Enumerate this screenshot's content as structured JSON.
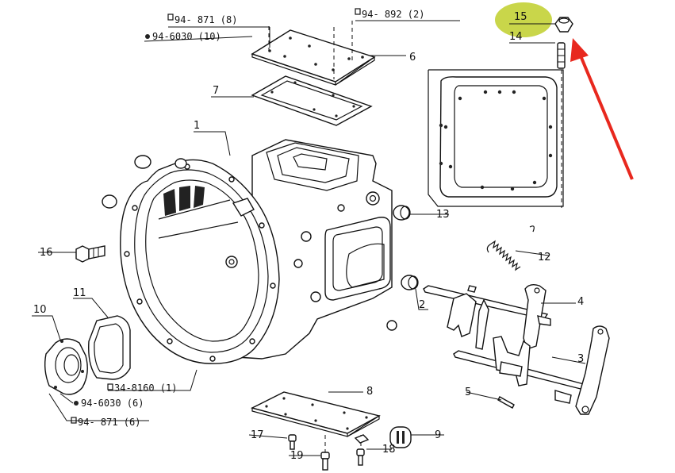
{
  "callouts": {
    "p1": "1",
    "p2": "2",
    "p3": "3",
    "p4": "4",
    "p5": "5",
    "p6": "6",
    "p7": "7",
    "p8": "8",
    "p9": "9",
    "p10": "10",
    "p11": "11",
    "p12": "12",
    "p13": "13",
    "p14": "14",
    "p15": "15",
    "p16": "16",
    "p17": "17",
    "p18": "18",
    "p19": "19"
  },
  "hardware": {
    "top_bolt": "94- 871 (8)",
    "top_washer": "94-6030 (10)",
    "top_right": "94- 892 (2)",
    "bottom_a": "34-8160 (1)",
    "bottom_b": "94-6030 (6)",
    "bottom_c": "94- 871 (6)"
  },
  "colors": {
    "highlight": "#c9d64a",
    "arrow": "#e8281e",
    "ink": "#111111"
  }
}
